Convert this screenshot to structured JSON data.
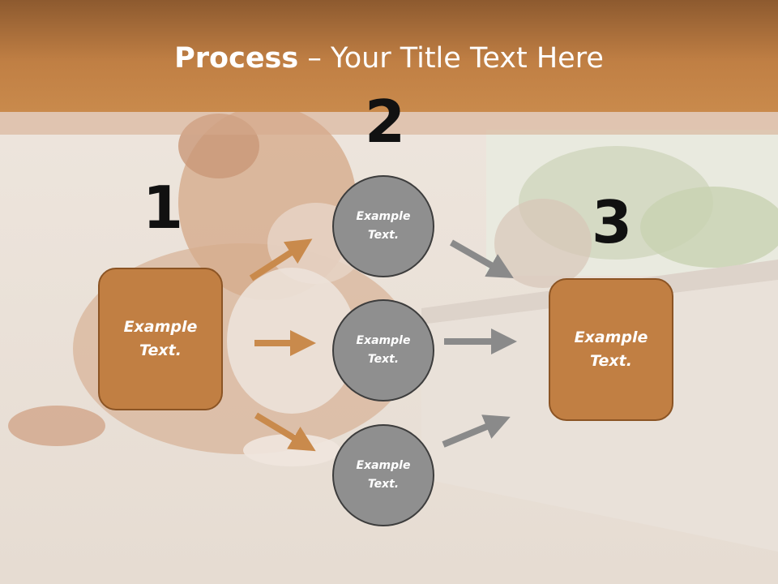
{
  "slide": {
    "title_bold": "Process",
    "title_rest": " – Your Title Text Here"
  },
  "numbers": [
    "1",
    "2",
    "3"
  ],
  "boxes": {
    "left": {
      "line1": "Example",
      "line2": "Text."
    },
    "right": {
      "line1": "Example",
      "line2": "Text."
    }
  },
  "circles": [
    {
      "line1": "Example",
      "line2": "Text."
    },
    {
      "line1": "Example",
      "line2": "Text."
    },
    {
      "line1": "Example",
      "line2": "Text."
    }
  ],
  "colors": {
    "header": "#c07f44",
    "box_fill": "#c17f43",
    "box_border": "#8b5424",
    "circle_fill": "#8f8f8f",
    "circle_border": "#3d3d3d",
    "arrow_orange": "#c98a4c",
    "arrow_gray": "#8a8a8a"
  }
}
